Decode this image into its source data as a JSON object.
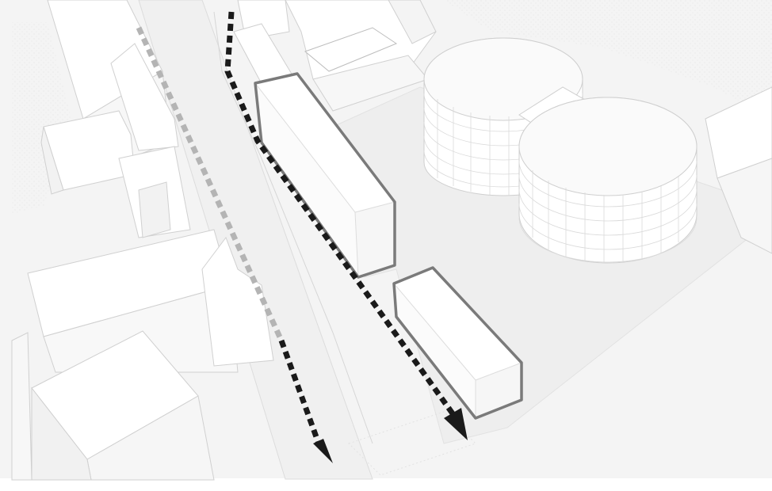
{
  "diagram": {
    "type": "axonometric-urban-massing",
    "colors": {
      "background": "#ffffff",
      "ground": "#f3f3f3",
      "building_fill": "#ffffff",
      "building_line": "#cfcfcf",
      "highlight_outline": "#7a7a7a",
      "primary_route": "#1a1a1a",
      "secondary_route": "#b4b4b4"
    },
    "routes": [
      {
        "name": "primary-flow",
        "style": "dashed-arrow",
        "color": "#1a1a1a"
      },
      {
        "name": "secondary-flow",
        "style": "dashed-arrow",
        "color": "#b4b4b4"
      }
    ],
    "highlighted_buildings": 2,
    "cylindrical_towers": 2
  }
}
